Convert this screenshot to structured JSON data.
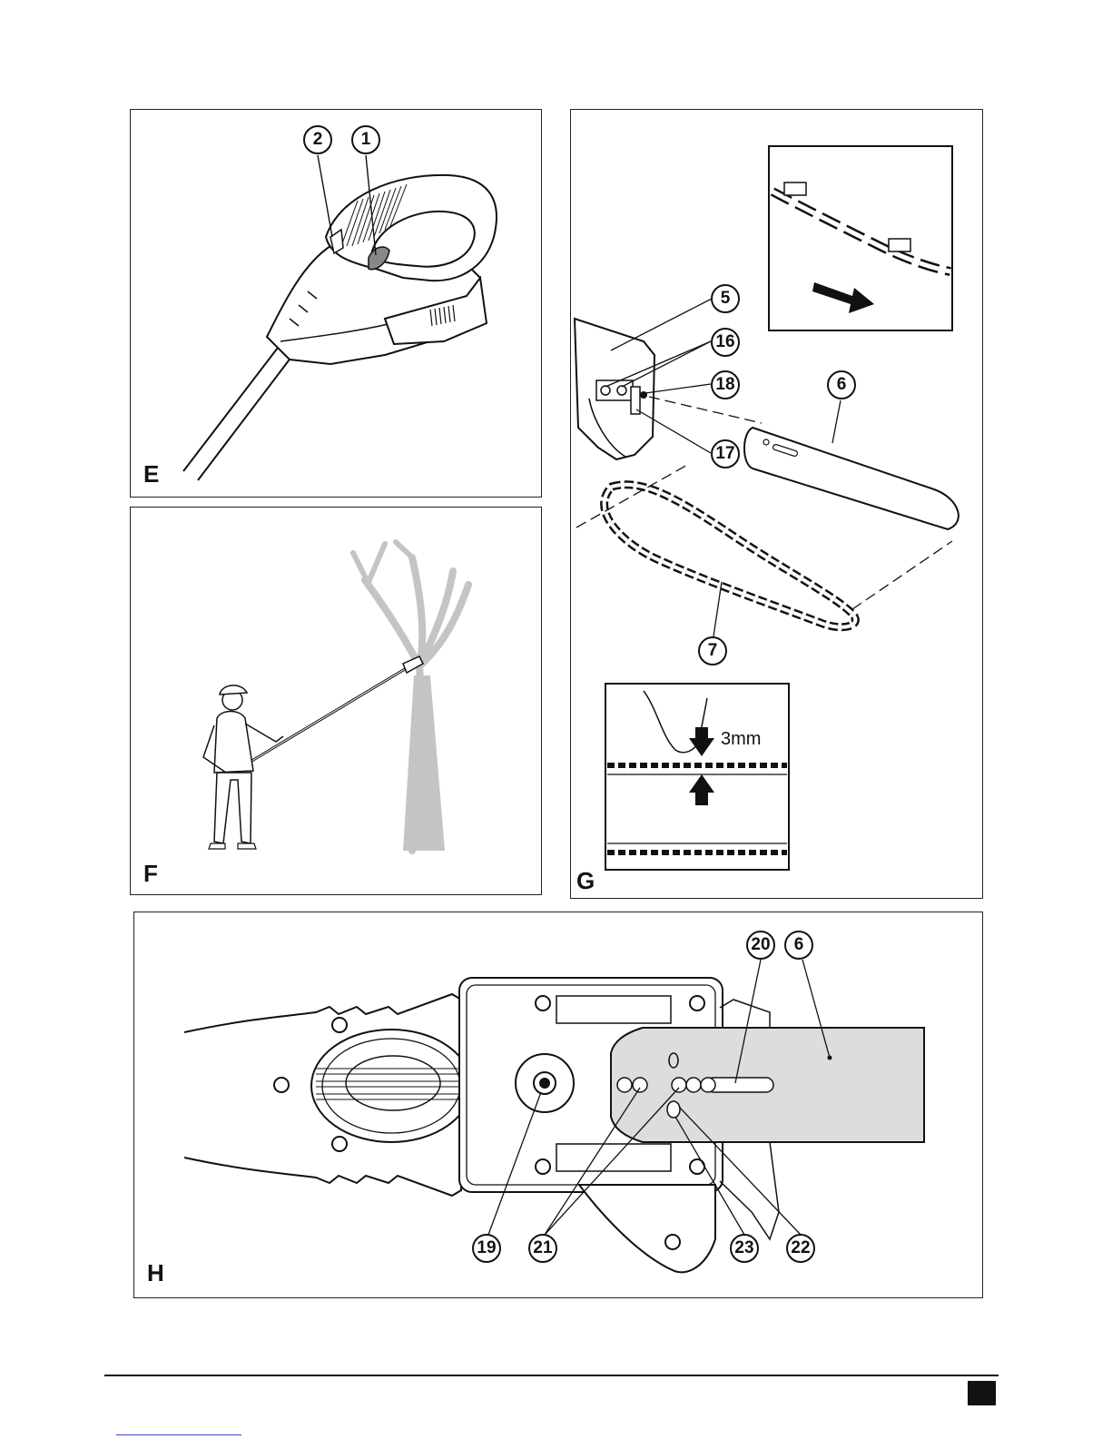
{
  "panels": {
    "E": {
      "letter": "E",
      "callouts": [
        "2",
        "1"
      ]
    },
    "F": {
      "letter": "F"
    },
    "G": {
      "letter": "G",
      "callouts": [
        "5",
        "16",
        "18",
        "6",
        "17",
        "7"
      ],
      "measurement": "3mm"
    },
    "H": {
      "letter": "H",
      "callouts": [
        "20",
        "6",
        "19",
        "21",
        "23",
        "22"
      ]
    }
  },
  "colors": {
    "ink": "#111111",
    "tree_grey": "#c4c4c4",
    "bar_grey": "#dddddd"
  }
}
